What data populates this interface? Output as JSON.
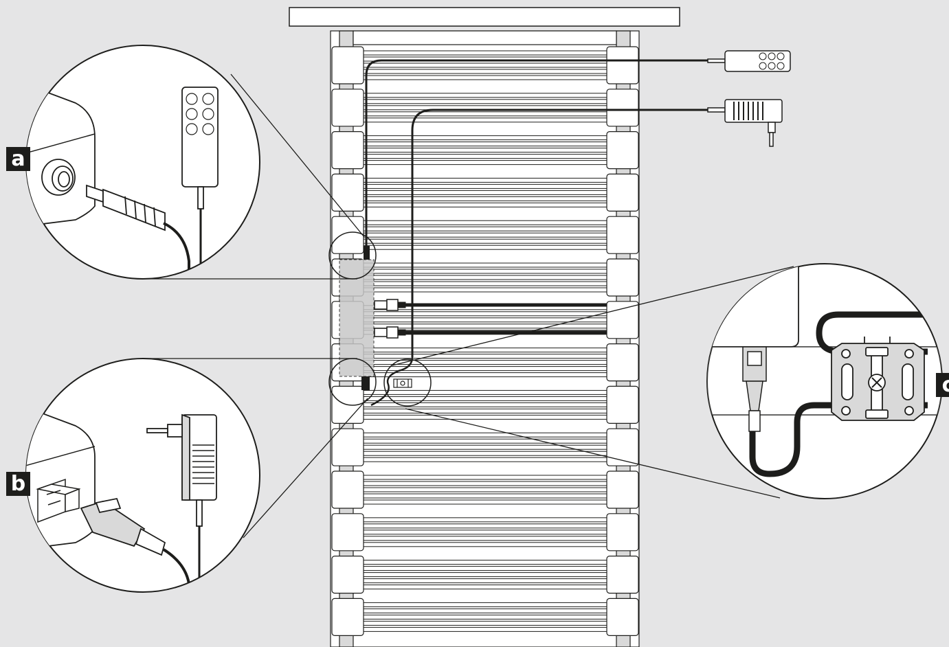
{
  "labels": {
    "a": "a",
    "b": "b",
    "c": "c"
  },
  "colors": {
    "background": "#e5e5e6",
    "line": "#1d1d1b",
    "fill_white": "#ffffff",
    "fill_grey": "#d9d9d9",
    "highlight_dashed": "#c8c8c8"
  },
  "icons": {
    "remote": "hand-remote-control-icon",
    "adapter": "power-adapter-icon",
    "motor": "motor-unit-icon",
    "clip": "cable-clip-icon",
    "jack": "jack-plug-icon",
    "plug": "power-plug-icon"
  }
}
